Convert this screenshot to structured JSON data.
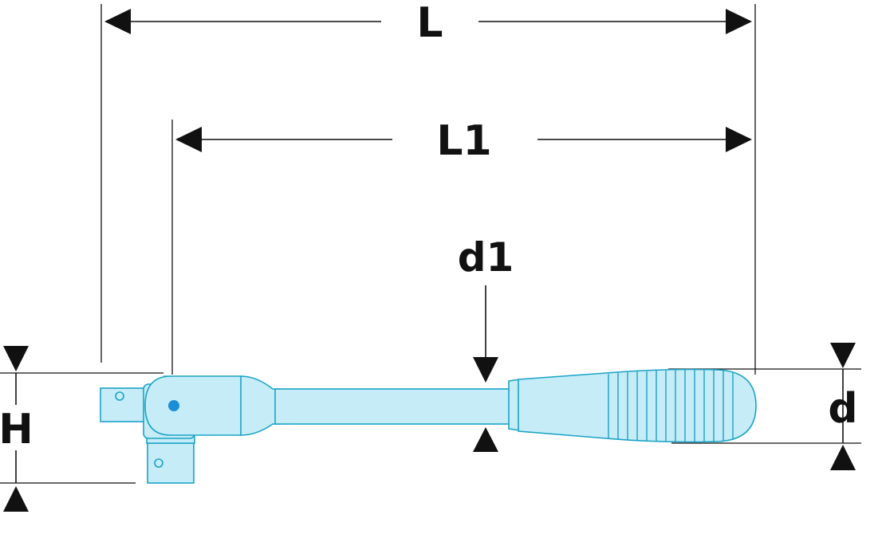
{
  "figure": {
    "accent_color": "#1aa3c6",
    "fill_color": "#c6ecf7",
    "pivot_color": "#1a8fd6",
    "dimensions": {
      "overall_length": "L",
      "length_to_pivot": "L1",
      "shank_diameter": "d1",
      "handle_diameter": "d",
      "height": "H"
    }
  }
}
